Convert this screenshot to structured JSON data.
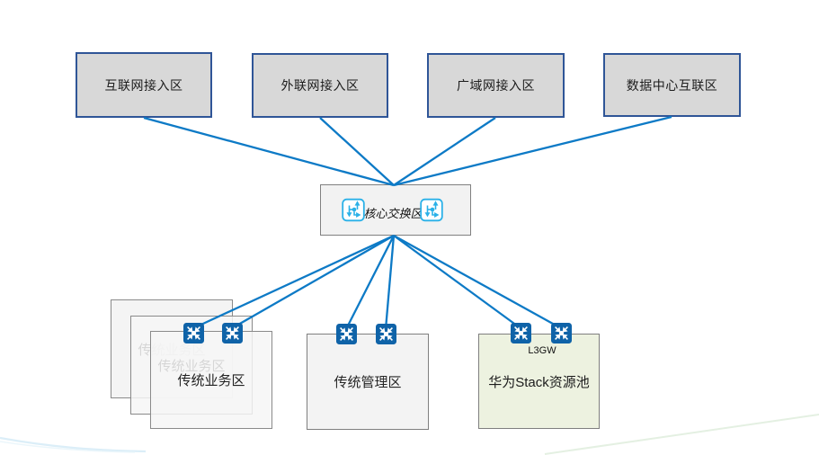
{
  "diagram": {
    "type": "network-topology",
    "top_zones": [
      {
        "id": "internet",
        "label": "互联网接入区"
      },
      {
        "id": "extranet",
        "label": "外联网接入区"
      },
      {
        "id": "wan",
        "label": "广域网接入区"
      },
      {
        "id": "dci",
        "label": "数据中心互联区"
      }
    ],
    "core_zone": {
      "label": "核心交换区"
    },
    "bottom_zones": {
      "business": {
        "label": "传统业务区"
      },
      "management": {
        "label": "传统管理区"
      },
      "stack_pool": {
        "label": "华为Stack资源池",
        "gateway_label": "L3GW"
      }
    },
    "icons": {
      "core": "router-icon",
      "leaf": "switch-icon"
    },
    "colors": {
      "connector_blue": "#0d7ac6",
      "core_icon_blue": "#2ab1e8",
      "switch_icon_blue": "#0f63a8",
      "top_zone_fill": "#d8d8d8",
      "top_zone_border": "#2f5597",
      "gray_zone_fill": "#f3f3f3",
      "stack_pool_fill": "#edf2e0",
      "decor_green": "#e4f0e2",
      "decor_blue": "#d7ecf7"
    }
  }
}
